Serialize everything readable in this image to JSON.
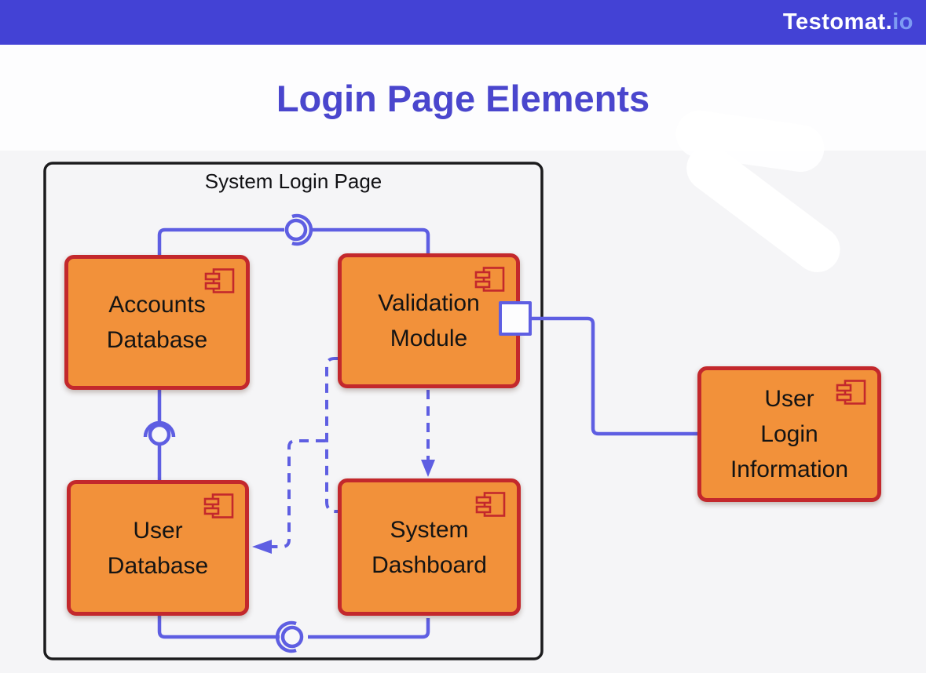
{
  "header": {
    "logo_main": "Testomat.",
    "logo_accent": "io",
    "bar_color": "#4342d5",
    "logo_accent_color": "#7d9bf3"
  },
  "title": {
    "text": "Login Page Elements",
    "color": "#4a46cd"
  },
  "diagram": {
    "boundary_label": "System Login Page",
    "nodes": [
      {
        "id": "accounts-database",
        "label": "Accounts\nDatabase"
      },
      {
        "id": "validation-module",
        "label": "Validation\nModule"
      },
      {
        "id": "user-database",
        "label": "User\nDatabase"
      },
      {
        "id": "system-dashboard",
        "label": "System\nDashboard"
      },
      {
        "id": "user-login-information",
        "label": "User\nLogin\nInformation"
      }
    ],
    "connections": [
      {
        "from": "accounts-database",
        "to": "validation-module",
        "style": "solid-ball-socket"
      },
      {
        "from": "accounts-database",
        "to": "user-database",
        "style": "solid-ball-socket"
      },
      {
        "from": "user-database",
        "to": "system-dashboard",
        "style": "solid-ball-socket"
      },
      {
        "from": "validation-module",
        "to": "user-login-information",
        "style": "solid-port"
      },
      {
        "from": "validation-module",
        "to": "system-dashboard",
        "style": "dashed-arrow"
      },
      {
        "from": "validation-module",
        "to": "user-database",
        "style": "dashed-arrow"
      }
    ],
    "colors": {
      "node_fill": "#f2913a",
      "node_border": "#c3282c",
      "connector": "#5e5ee2",
      "boundary": "#1b1b1d",
      "label_text": "#141414"
    }
  }
}
